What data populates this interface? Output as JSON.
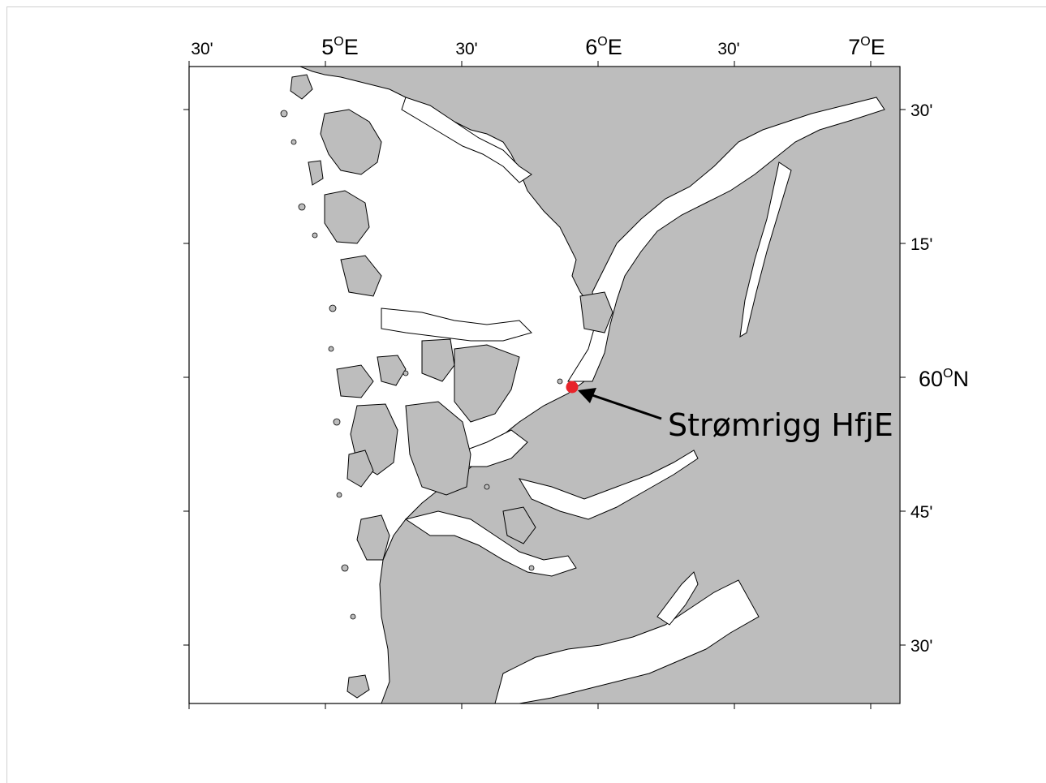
{
  "map": {
    "top_ticks": [
      {
        "text": "30'"
      },
      {
        "deg": "5",
        "sup": "O",
        "suffix": "E"
      },
      {
        "text": "30'"
      },
      {
        "deg": "6",
        "sup": "O",
        "suffix": "E"
      },
      {
        "text": "30'"
      },
      {
        "deg": "7",
        "sup": "O",
        "suffix": "E"
      }
    ],
    "right_ticks": [
      {
        "text": "30'"
      },
      {
        "text": "15'"
      },
      {
        "deg": "60",
        "sup": "O",
        "suffix": "N"
      },
      {
        "text": "45'"
      },
      {
        "text": "30'"
      }
    ],
    "station": {
      "label": "Strømrigg HfjE",
      "marker_color": "#e8242b"
    },
    "colors": {
      "land": "#bdbdbd",
      "water": "#ffffff",
      "coastline": "#000000"
    }
  }
}
